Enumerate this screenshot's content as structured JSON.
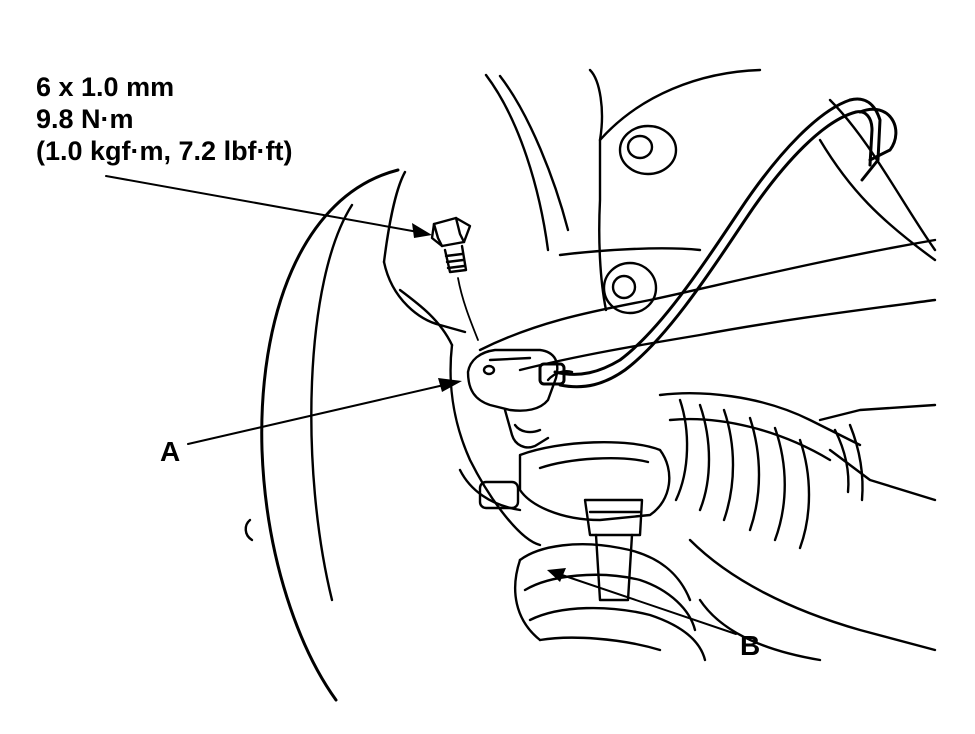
{
  "bolt_spec": {
    "size": "6 x 1.0 mm",
    "torque_nm": "9.8 N·m",
    "torque_alt": "(1.0 kgf·m, 7.2 lbf·ft)"
  },
  "callouts": {
    "a": "A",
    "b": "B"
  }
}
